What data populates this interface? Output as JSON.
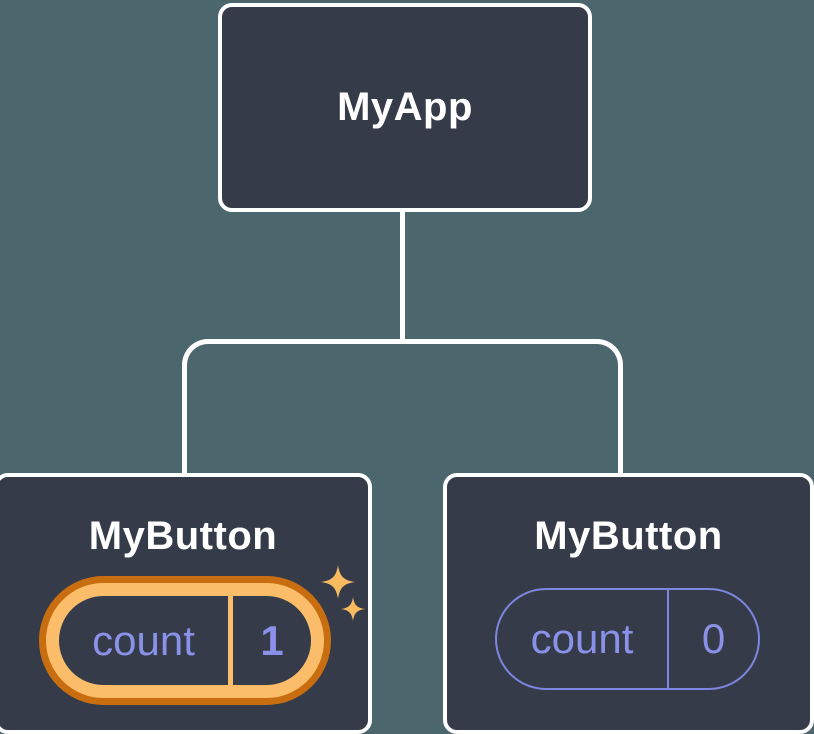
{
  "diagram": {
    "description": "Component tree with state",
    "root": {
      "label": "MyApp"
    },
    "children": [
      {
        "label": "MyButton",
        "state": {
          "name": "count",
          "value": "1"
        },
        "highlighted": true
      },
      {
        "label": "MyButton",
        "state": {
          "name": "count",
          "value": "0"
        },
        "highlighted": false
      }
    ]
  },
  "icons": {
    "sparkles": "sparkles-icon"
  },
  "colors": {
    "background": "#4C666E",
    "node_fill": "#353B48",
    "node_border": "#FFFFFF",
    "state_text": "#8A91E8",
    "state_border": "#7D86E0",
    "highlight_light": "#FBBD6A",
    "highlight_dark": "#C96E10",
    "sparkle": "#F8BB60"
  }
}
